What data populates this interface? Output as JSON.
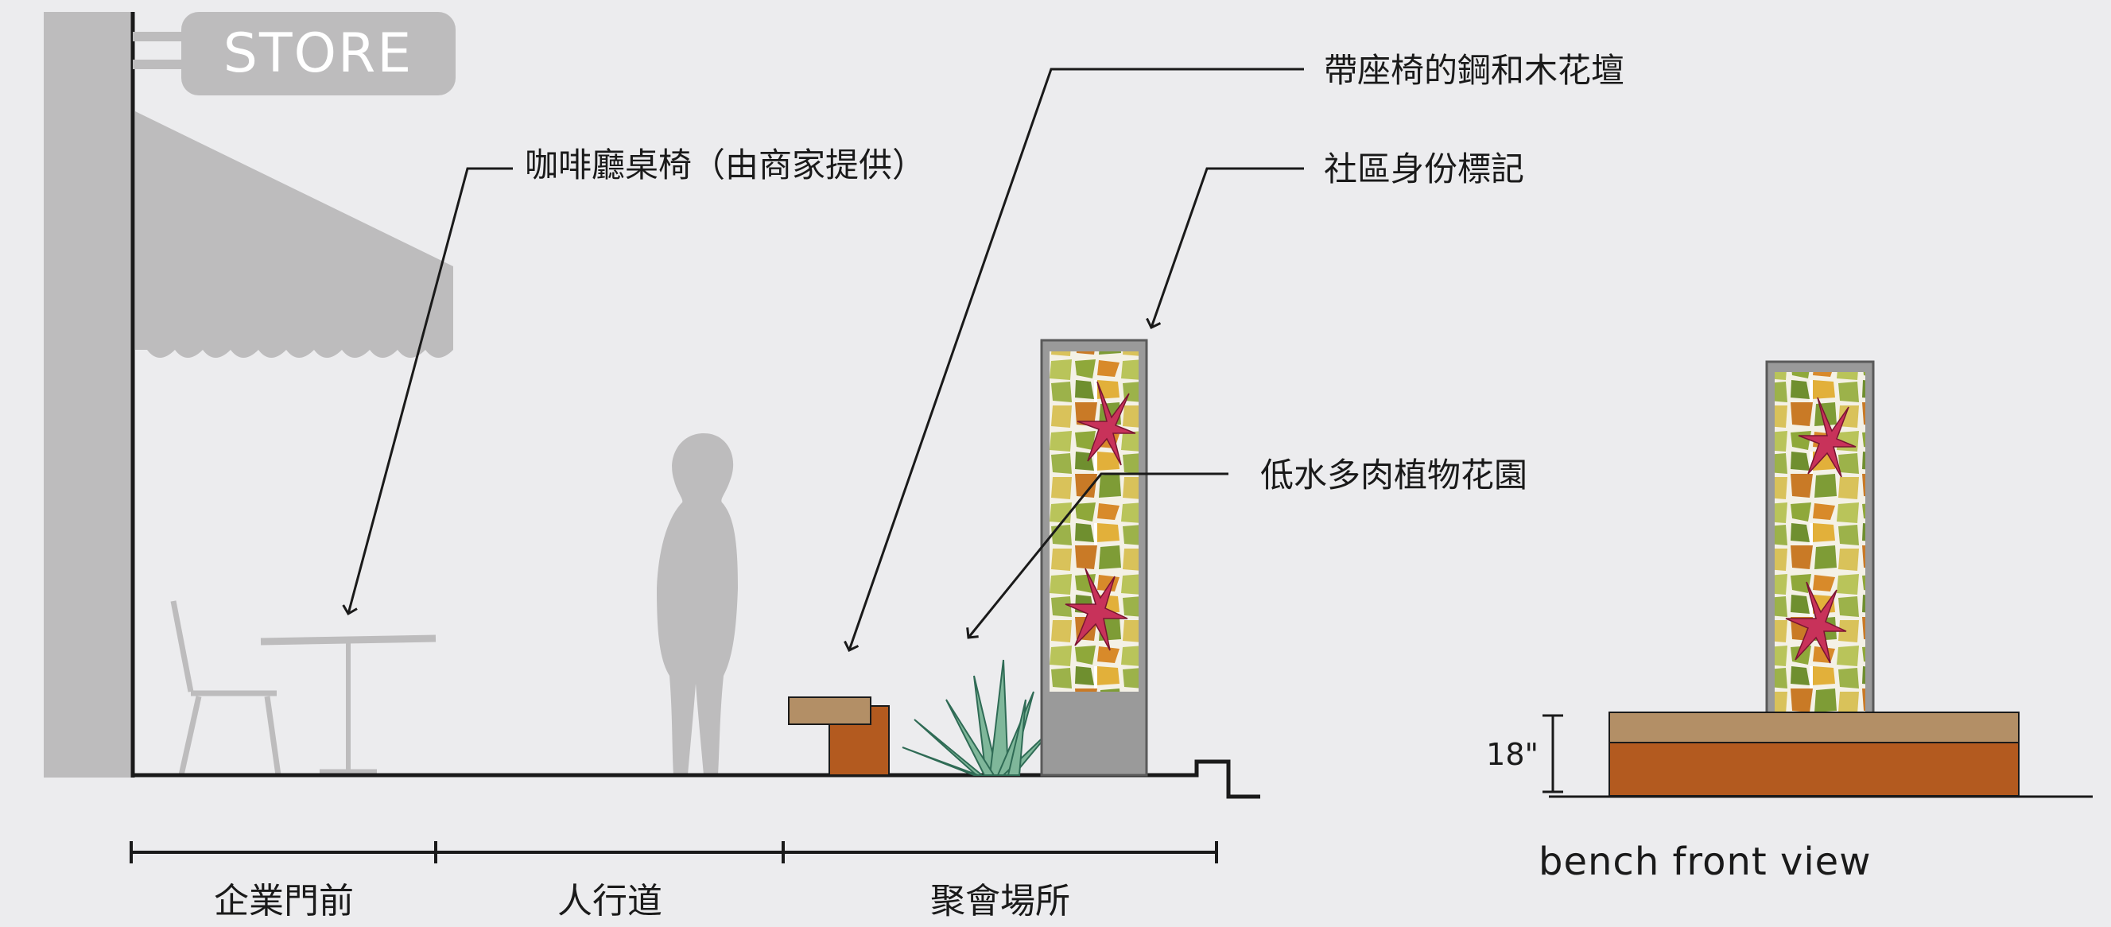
{
  "sign": {
    "label": "STORE"
  },
  "callouts": {
    "cafe_furniture": "咖啡廳桌椅（由商家提供）",
    "bench_planter": "帶座椅的鋼和木花壇",
    "community_marker": "社區身份標記",
    "succulent_garden": "低水多肉植物花園"
  },
  "zones": {
    "storefront": "企業門前",
    "sidewalk": "人行道",
    "gathering": "聚會場所"
  },
  "front_view": {
    "height_label": "18\"",
    "caption": "bench front view"
  },
  "colors": {
    "background": "#ececee",
    "grey_shapes": "#bdbcbd",
    "line": "#1a1a1a",
    "bench_wood": "#b38f66",
    "bench_steel": "#b35a1f",
    "plant": "#7fb79a",
    "mosaic_green": "#8fa83a",
    "mosaic_orange": "#d88a2a",
    "mosaic_red": "#c8325a"
  }
}
